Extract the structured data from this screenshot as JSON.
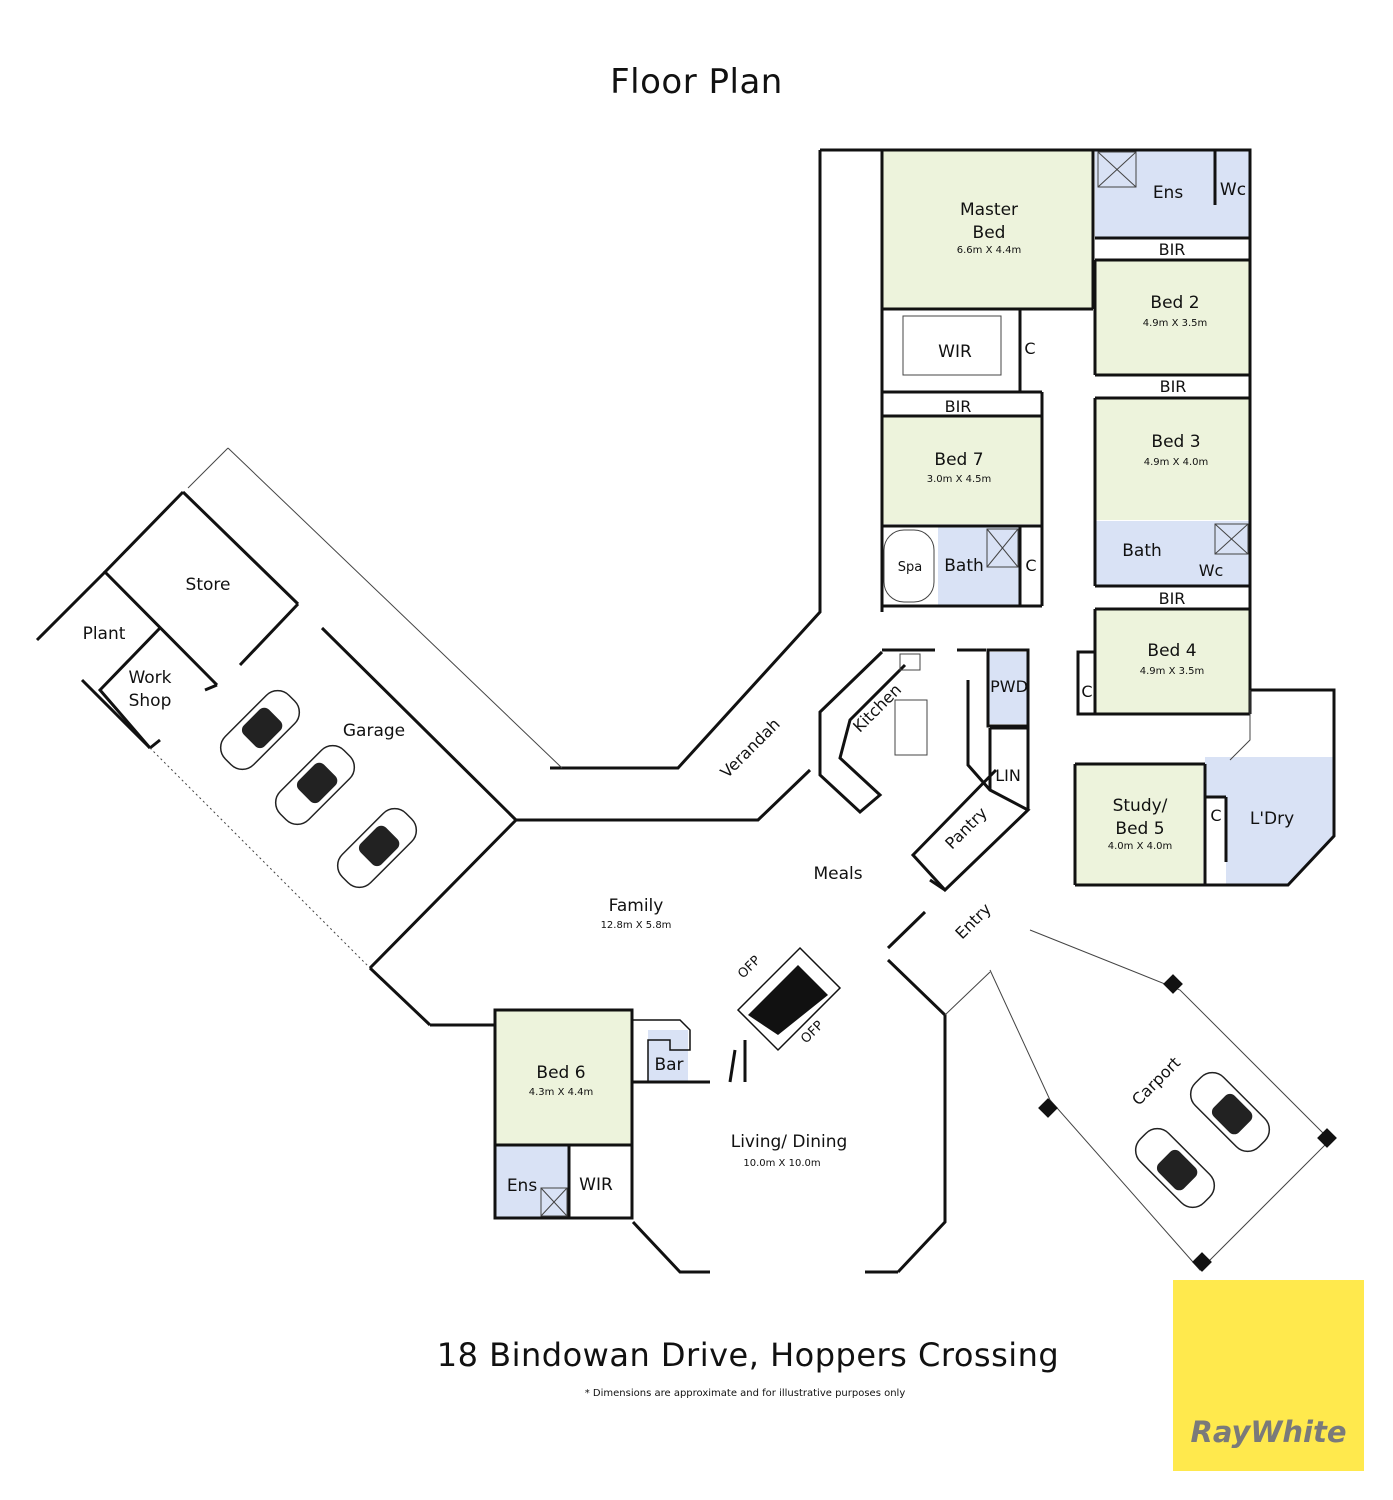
{
  "title": "Floor Plan",
  "address": "18 Bindowan Drive, Hoppers Crossing",
  "disclaimer": "* Dimensions are approximate and for illustrative purposes only",
  "brand": {
    "name": "RayWhite",
    "bg_color": "#ffe94d",
    "text_color": "#7a7a7a"
  },
  "colors": {
    "bedroom": "#edf3dc",
    "wet_area": "#d9e2f5",
    "wall": "#111111"
  },
  "rooms": {
    "master_bed": {
      "name1": "Master",
      "name2": "Bed",
      "dim": "6.6m X 4.4m"
    },
    "ens_master": "Ens",
    "wc_master": "Wc",
    "bir1": "BIR",
    "bed2": {
      "name": "Bed 2",
      "dim": "4.9m X 3.5m"
    },
    "wir_master": "WIR",
    "c1": "C",
    "bir2": "BIR",
    "bed3": {
      "name": "Bed 3",
      "dim": "4.9m X 4.0m"
    },
    "bir3": "BIR",
    "bed7": {
      "name": "Bed 7",
      "dim": "3.0m X 4.5m"
    },
    "bath1": "Bath",
    "wc2": "Wc",
    "spa": "Spa",
    "bath2": "Bath",
    "c2": "C",
    "bir4": "BIR",
    "bed4": {
      "name": "Bed 4",
      "dim": "4.9m X 3.5m"
    },
    "c3": "C",
    "pwd": "PWD",
    "kitchen": "Kitchen",
    "lin": "LIN",
    "pantry": "Pantry",
    "verandah": "Verandah",
    "store": "Store",
    "plant": "Plant",
    "workshop1": "Work",
    "workshop2": "Shop",
    "garage": "Garage",
    "meals": "Meals",
    "family": {
      "name": "Family",
      "dim": "12.8m X 5.8m"
    },
    "study": {
      "name1": "Study/",
      "name2": "Bed 5",
      "dim": "4.0m X 4.0m"
    },
    "c4": "C",
    "ldry": "L'Dry",
    "entry": "Entry",
    "ofp1": "OFP",
    "ofp2": "OFP",
    "bed6": {
      "name": "Bed 6",
      "dim": "4.3m X 4.4m"
    },
    "bar": "Bar",
    "ens6": "Ens",
    "wir6": "WIR",
    "living": {
      "name": "Living/ Dining",
      "dim": "10.0m X 10.0m"
    },
    "carport": "Carport"
  }
}
